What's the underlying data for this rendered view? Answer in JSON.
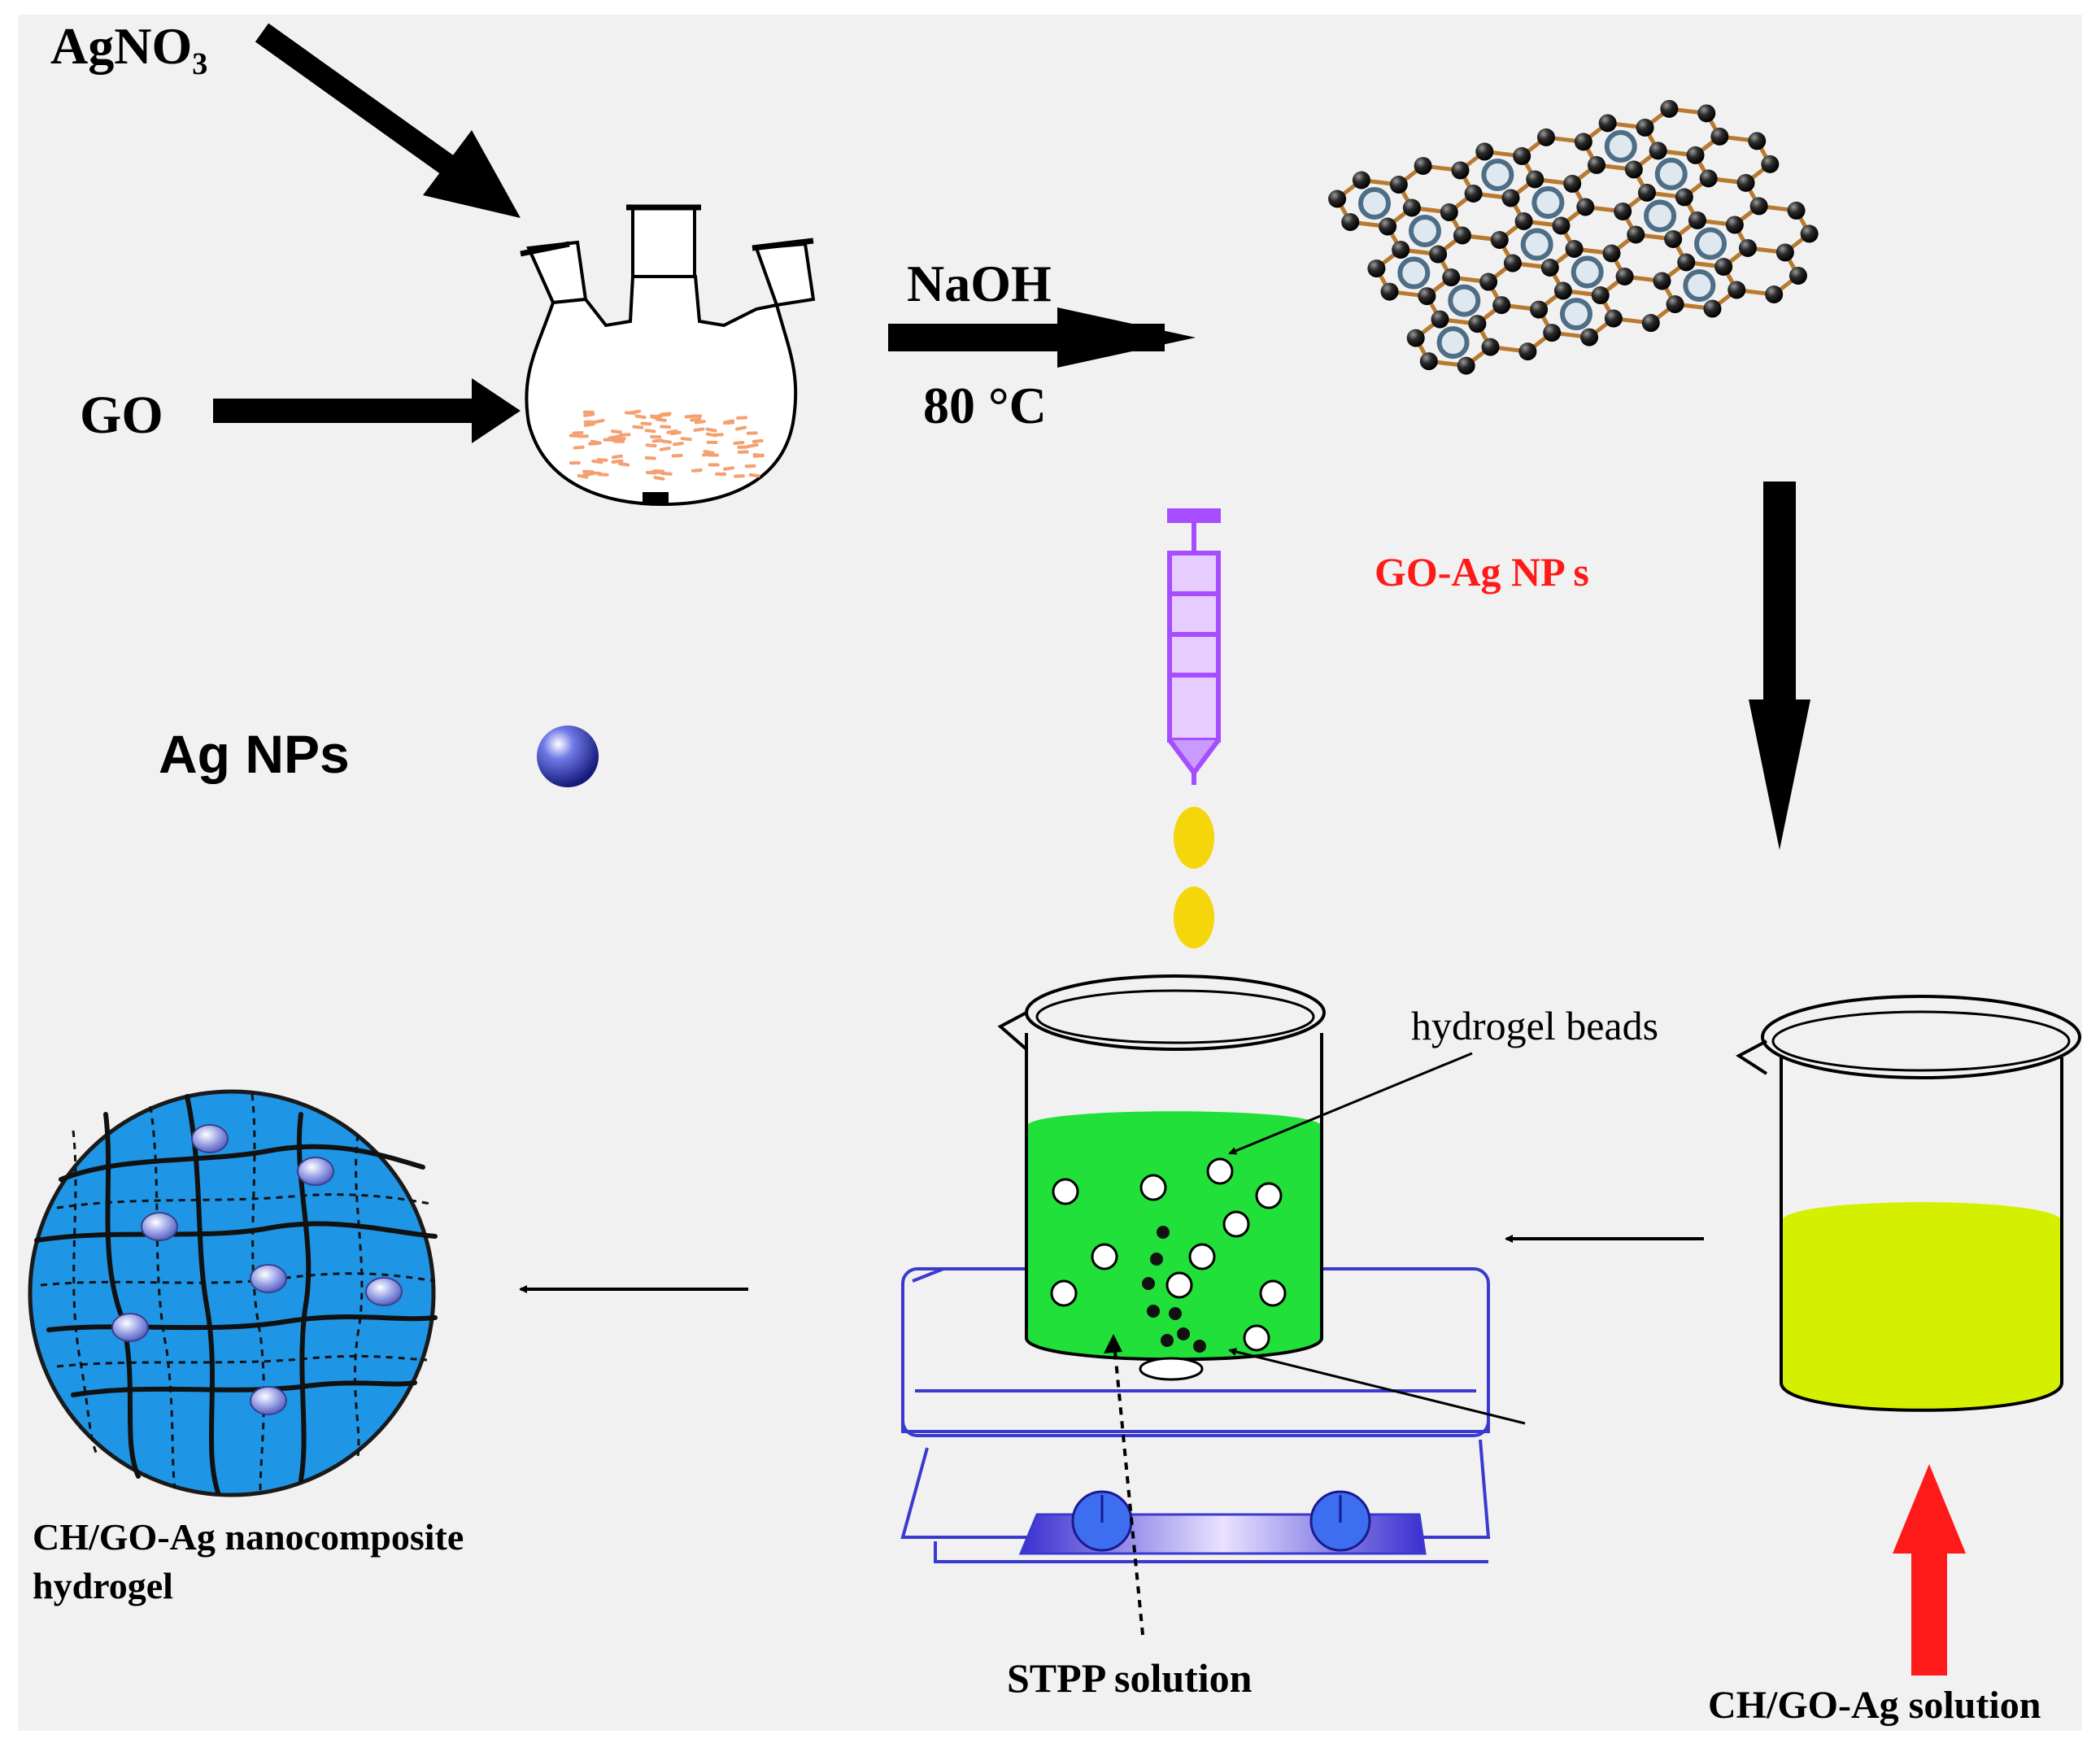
{
  "labels": {
    "agno3": "AgNO₃",
    "go": "GO",
    "naoh": "NaOH",
    "temp": "80 °C",
    "go_ag_nps": "GO-Ag NP s",
    "ag_nps": "Ag NPs",
    "hydrogel_beads": "hydrogel beads",
    "stpp_solution": "STPP solution",
    "ch_go_ag_solution": "CH/GO-Ag solution",
    "product_line1": "CH/GO-Ag nanocomposite",
    "product_line2": "hydrogel"
  },
  "colors": {
    "background": "#f1f1f1",
    "label_red": "#ff1a1a",
    "flask_particles": "#f4a070",
    "green_solution": "#22e03a",
    "yellow_solution": "#d4f000",
    "syringe": "#a64dff",
    "droplet": "#f5d60a",
    "stirrer": "#3a3ad0",
    "sphere": "#1f95e6",
    "red_arrow": "#ff1a1a"
  },
  "icons": [
    "flask-icon",
    "graphene-sheet-icon",
    "syringe-icon",
    "beaker-icon",
    "stir-plate-icon",
    "ag-np-sphere-icon",
    "hydrogel-network-icon"
  ]
}
